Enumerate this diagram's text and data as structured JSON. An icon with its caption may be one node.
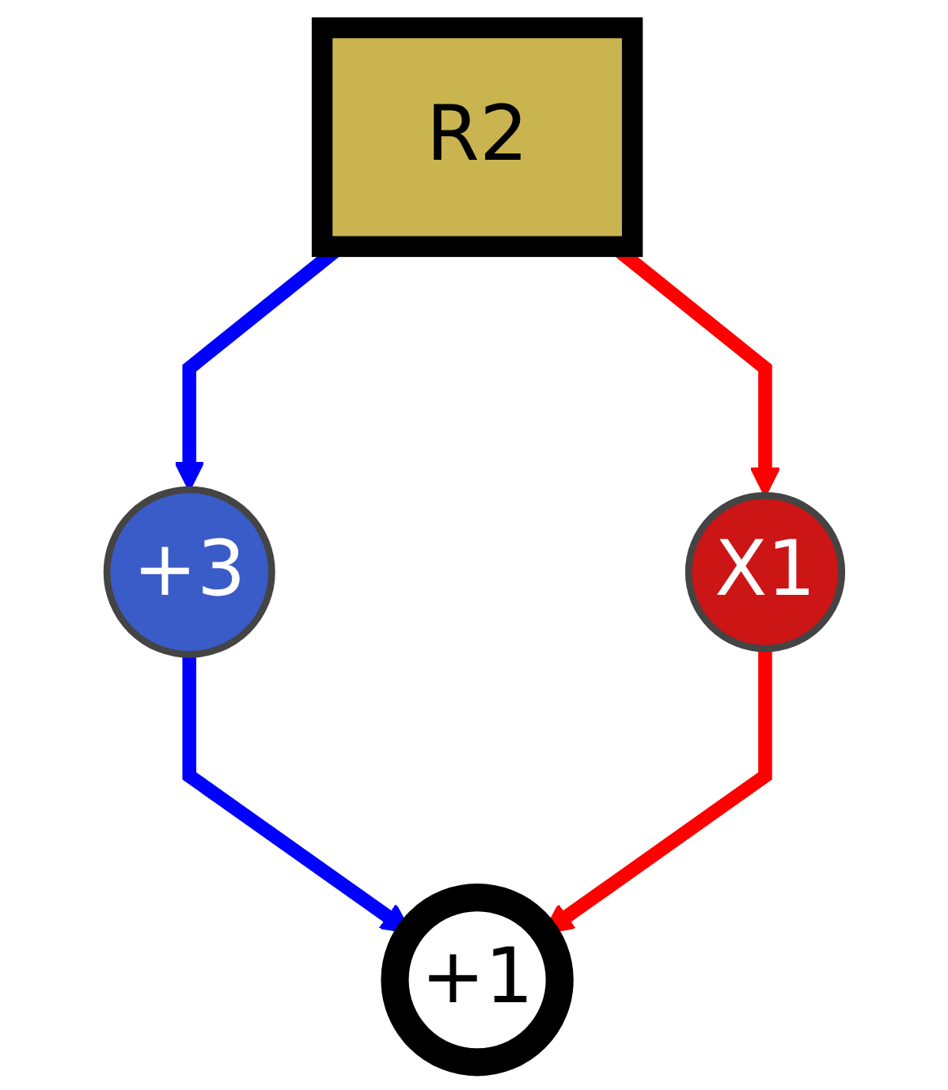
{
  "diagram": {
    "nodes": [
      {
        "text": [
          "R2"
        ]
      },
      {
        "text": [
          "+3"
        ]
      },
      {
        "text": [
          "X1"
        ]
      },
      {
        "text": [
          "+1"
        ]
      }
    ],
    "edges": [
      {
        "from": 0,
        "to": 1,
        "arrow": "to",
        "color": "#0000ff"
      },
      {
        "from": 0,
        "to": 2,
        "arrow": "to",
        "color": "#ff0000"
      },
      {
        "from": 1,
        "to": 3,
        "arrow": "to",
        "color": "#0000ff"
      },
      {
        "from": 2,
        "to": 3,
        "arrow": "to",
        "color": "#ff0000"
      }
    ]
  }
}
